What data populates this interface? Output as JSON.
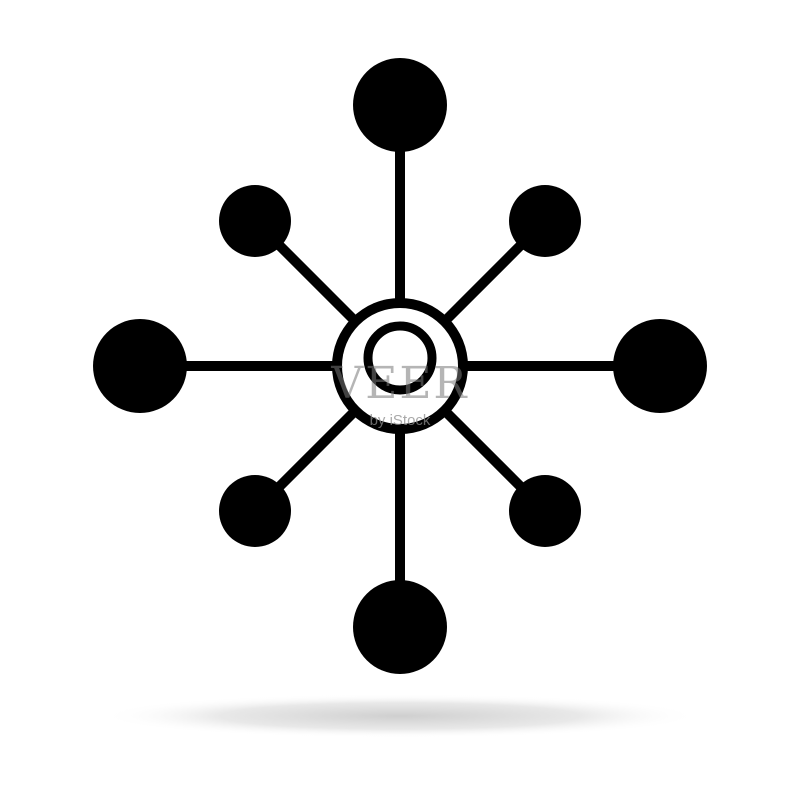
{
  "icon": {
    "name": "hub-network-icon",
    "fill_color": "#000000",
    "background_color": "#ffffff",
    "shadow_color": "#d9d9d9",
    "spoke_count": 8,
    "large_node_count": 4,
    "small_node_count": 4
  },
  "watermark": {
    "brand": "VEER",
    "byline": "by iStock"
  }
}
